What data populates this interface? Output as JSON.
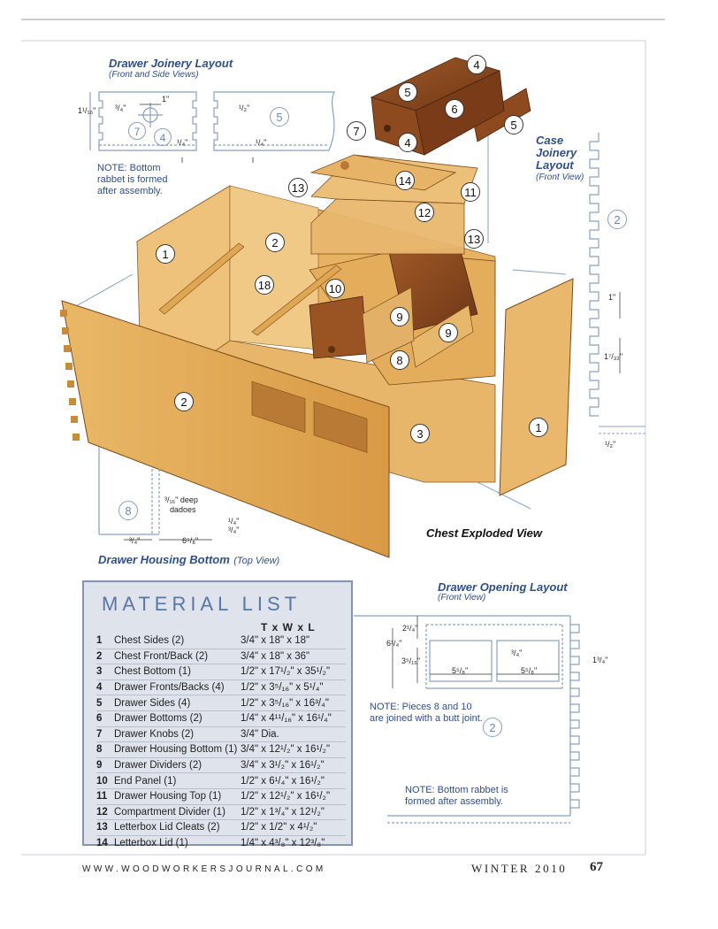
{
  "drawer_joinery": {
    "title": "Drawer Joinery Layout",
    "subtitle": "(Front and Side Views)",
    "note": [
      "NOTE: Bottom",
      "rabbet is formed",
      "after assembly."
    ],
    "dims": {
      "top": "1\"",
      "left_height": "1¹/₁₆\"",
      "left_small": "³/₄\"",
      "bottom_left": "¹/₄\"",
      "right_top": "¹/₂\"",
      "right_bottom": "¹/₄\""
    },
    "callouts": [
      "7",
      "4",
      "5"
    ]
  },
  "case_joinery": {
    "title": [
      "Case",
      "Joinery",
      "Layout"
    ],
    "subtitle": "(Front View)",
    "dims": [
      "1\"",
      "1⁷/₃₂\"",
      "¹/₂\""
    ],
    "callout": "2"
  },
  "exploded": {
    "caption": "Chest Exploded View",
    "callouts": [
      "4",
      "5",
      "6",
      "5",
      "7",
      "4",
      "14",
      "13",
      "11",
      "12",
      "13",
      "2",
      "1",
      "18",
      "10",
      "9",
      "9",
      "8",
      "2",
      "3",
      "1"
    ]
  },
  "drawer_housing": {
    "title": "Drawer Housing Bottom",
    "subtitle": "(Top View)",
    "dims": {
      "dadoes_1": "³/₁₆\" deep",
      "dadoes_2": "dadoes",
      "d1": "¹/₄\"",
      "d2": "³/₄\"",
      "d3": "³/₄\"",
      "d4": "6⁵/₈\""
    },
    "callout": "8"
  },
  "drawer_opening": {
    "title": "Drawer Opening Layout",
    "subtitle": "(Front View)",
    "dims": {
      "a": "2¹/₄\"",
      "b": "6¹/₄\"",
      "c": "3⁵/₁₆\"",
      "d": "³/₄\"",
      "e": "5⁵/₈\"",
      "f": "5⁵/₈\"",
      "g": "1³/₄\""
    },
    "note1": [
      "NOTE: Pieces 8 and 10",
      "are joined with a butt joint."
    ],
    "note2": [
      "NOTE: Bottom rabbet is",
      "formed after assembly."
    ],
    "callout": "2"
  },
  "material_list": {
    "title": "MATERIAL LIST",
    "header": "T x W x L",
    "rows": [
      {
        "num": "1",
        "name": "Chest Sides (2)",
        "size": "3/4\" x 18\" x 18\""
      },
      {
        "num": "2",
        "name": "Chest Front/Back (2)",
        "size": "3/4\" x 18\" x 36\""
      },
      {
        "num": "3",
        "name": "Chest Bottom (1)",
        "size": "1/2\" x 17¹/₂\" x 35¹/₂\""
      },
      {
        "num": "4",
        "name": "Drawer Fronts/Backs (4)",
        "size": "1/2\" x 3⁵/₁₆\" x 5¹/₄\""
      },
      {
        "num": "5",
        "name": "Drawer Sides (4)",
        "size": "1/2\" x 3⁵/₁₆\" x 16³/₄\""
      },
      {
        "num": "6",
        "name": "Drawer Bottoms (2)",
        "size": "1/4\" x 4¹¹/₁₆\" x 16¹/₄\""
      },
      {
        "num": "7",
        "name": "Drawer Knobs (2)",
        "size": "3/4\" Dia."
      },
      {
        "num": "8",
        "name": "Drawer Housing Bottom (1)",
        "size": "3/4\" x 12¹/₂\" x 16¹/₂\""
      },
      {
        "num": "9",
        "name": "Drawer Dividers (2)",
        "size": "3/4\" x 3¹/₂\" x 16¹/₂\""
      },
      {
        "num": "10",
        "name": "End Panel (1)",
        "size": "1/2\" x 6¹/₄\" x 16¹/₂\""
      },
      {
        "num": "11",
        "name": "Drawer Housing Top (1)",
        "size": "1/2\" x 12¹/₂\" x 16¹/₂\""
      },
      {
        "num": "12",
        "name": "Compartment Divider (1)",
        "size": "1/2\" x 1³/₄\" x 12¹/₂\""
      },
      {
        "num": "13",
        "name": "Letterbox Lid Cleats (2)",
        "size": "1/2\" x 1/2\" x 4¹/₂\""
      },
      {
        "num": "14",
        "name": "Letterbox Lid (1)",
        "size": "1/4\" x 4³/₈\" x 12³/₈\""
      }
    ]
  },
  "footer": {
    "url": "WWW.WOODWORKERSJOURNAL.COM",
    "issue": "WINTER 2010",
    "page": "67"
  },
  "colors": {
    "wood_light": "#e2ad5b",
    "wood_dark": "#b9772f",
    "drawer": "#8a4a1f",
    "line_blue": "#8aa0c0",
    "text_blue": "#2f4f86",
    "panel": "#dfe3ec"
  }
}
